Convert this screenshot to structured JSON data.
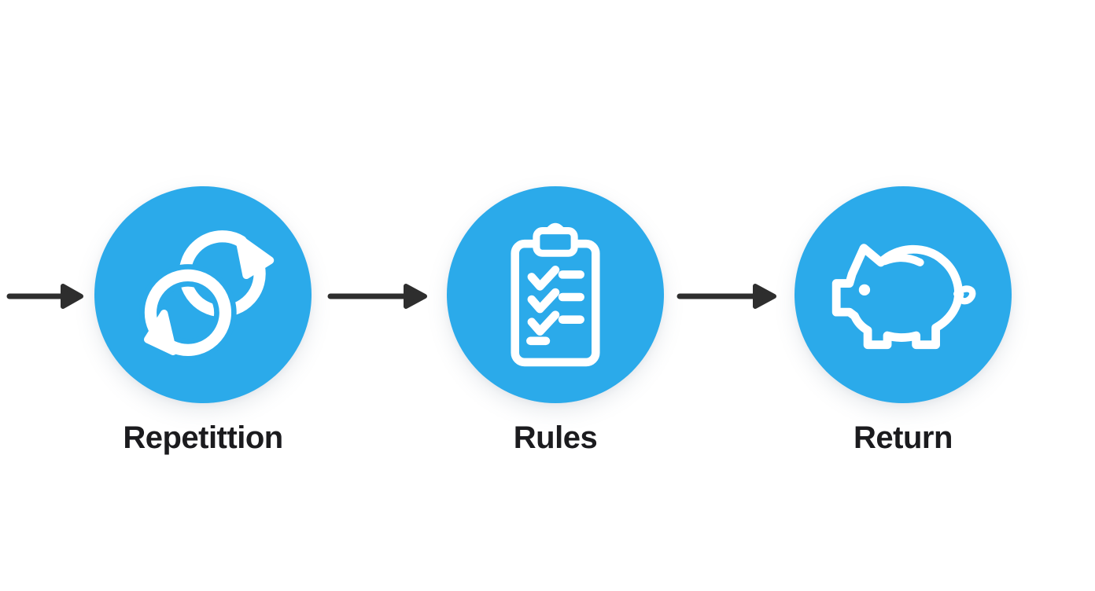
{
  "diagram": {
    "steps": [
      {
        "label": "Repetittion",
        "icon": "repeat-cycle-icon"
      },
      {
        "label": "Rules",
        "icon": "checklist-clipboard-icon"
      },
      {
        "label": "Return",
        "icon": "piggy-bank-icon"
      }
    ],
    "connectors": [
      {
        "name": "incoming-arrow"
      },
      {
        "name": "arrow-repetition-to-rules"
      },
      {
        "name": "arrow-rules-to-return"
      }
    ],
    "colors": {
      "background": "#FFFFFF",
      "circle_fill": "#2BAAEA",
      "icon_stroke": "#FFFFFF",
      "arrow": "#2E2E2E",
      "label_text": "#1B1B1E"
    }
  }
}
